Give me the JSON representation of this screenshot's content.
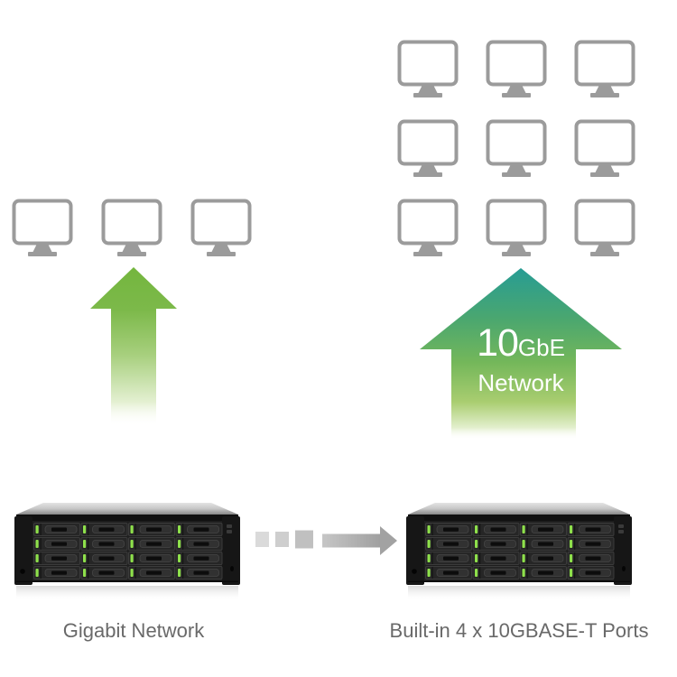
{
  "left_group": {
    "caption": "Gigabit Network",
    "client_count": 3
  },
  "right_group": {
    "caption": "Built-in 4 x 10GBASE-T Ports",
    "client_count": 9,
    "arrow": {
      "value": "10",
      "unit": "GbE",
      "word": "Network"
    }
  },
  "icons": {
    "monitor": "client-monitor-icon",
    "small_arrow": "green-up-arrow-icon",
    "big_arrow": "teal-green-up-arrow-icon",
    "dashed_arrow": "gray-dashed-right-arrow-icon",
    "server": "rackmount-nas-16bay-icon"
  },
  "colors": {
    "small_arrow_green": "#7cb94d",
    "big_arrow_top_teal": "#279c94",
    "big_arrow_mid_green": "#74b75a",
    "monitor_gray": "#9b9b9b",
    "caption_text": "#696969",
    "drive_led_green": "#8ee04b",
    "arrow_text": "#ffffff",
    "dashed_arrow_gray": "#b5b5b5"
  }
}
